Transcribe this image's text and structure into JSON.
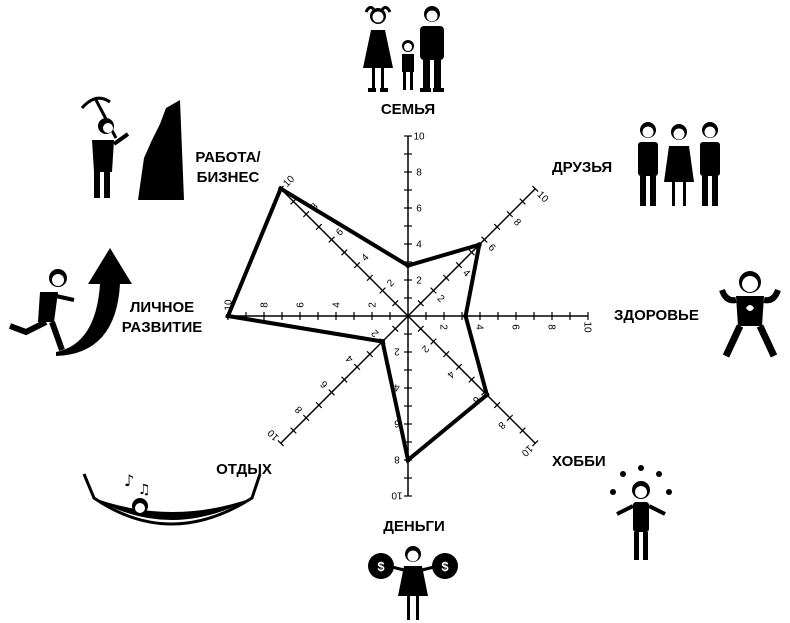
{
  "chart_data": {
    "type": "radar",
    "max": 10,
    "tick_labels": [
      "2",
      "4",
      "6",
      "8",
      "10"
    ],
    "axes": [
      {
        "label_lines": [
          "СЕМЬЯ"
        ],
        "value": 2.8,
        "icon": "family-icon"
      },
      {
        "label_lines": [
          "ДРУЗЬЯ"
        ],
        "value": 5.6,
        "icon": "friends-icon"
      },
      {
        "label_lines": [
          "ЗДОРОВЬЕ"
        ],
        "value": 3.2,
        "icon": "health-icon"
      },
      {
        "label_lines": [
          "ХОББИ"
        ],
        "value": 6.2,
        "icon": "juggler-icon"
      },
      {
        "label_lines": [
          "ДЕНЬГИ"
        ],
        "value": 8.0,
        "icon": "money-bags-icon"
      },
      {
        "label_lines": [
          "ОТДЫХ"
        ],
        "value": 2.0,
        "icon": "hammock-icon"
      },
      {
        "label_lines": [
          "ЛИЧНОЕ",
          "РАЗВИТИЕ"
        ],
        "value": 10.0,
        "icon": "runner-arrow-icon"
      },
      {
        "label_lines": [
          "РАБОТА/",
          "БИЗНЕС"
        ],
        "value": 10.0,
        "icon": "miner-icon"
      }
    ]
  }
}
